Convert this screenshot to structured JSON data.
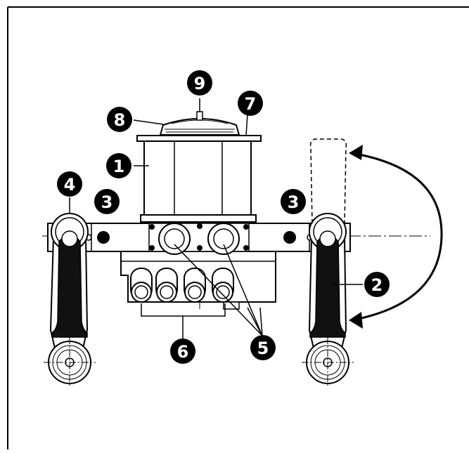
{
  "diagram": {
    "colors": {
      "line": "#000000",
      "fill": "#ffffff",
      "grip": "#111111",
      "frame": "#000000"
    },
    "callouts": [
      {
        "id": "c1",
        "label": "1"
      },
      {
        "id": "c2",
        "label": "2"
      },
      {
        "id": "c3a",
        "label": "3"
      },
      {
        "id": "c3b",
        "label": "3"
      },
      {
        "id": "c4",
        "label": "4"
      },
      {
        "id": "c5",
        "label": "5"
      },
      {
        "id": "c6",
        "label": "6"
      },
      {
        "id": "c7",
        "label": "7"
      },
      {
        "id": "c8",
        "label": "8"
      },
      {
        "id": "c9",
        "label": "9"
      }
    ]
  }
}
